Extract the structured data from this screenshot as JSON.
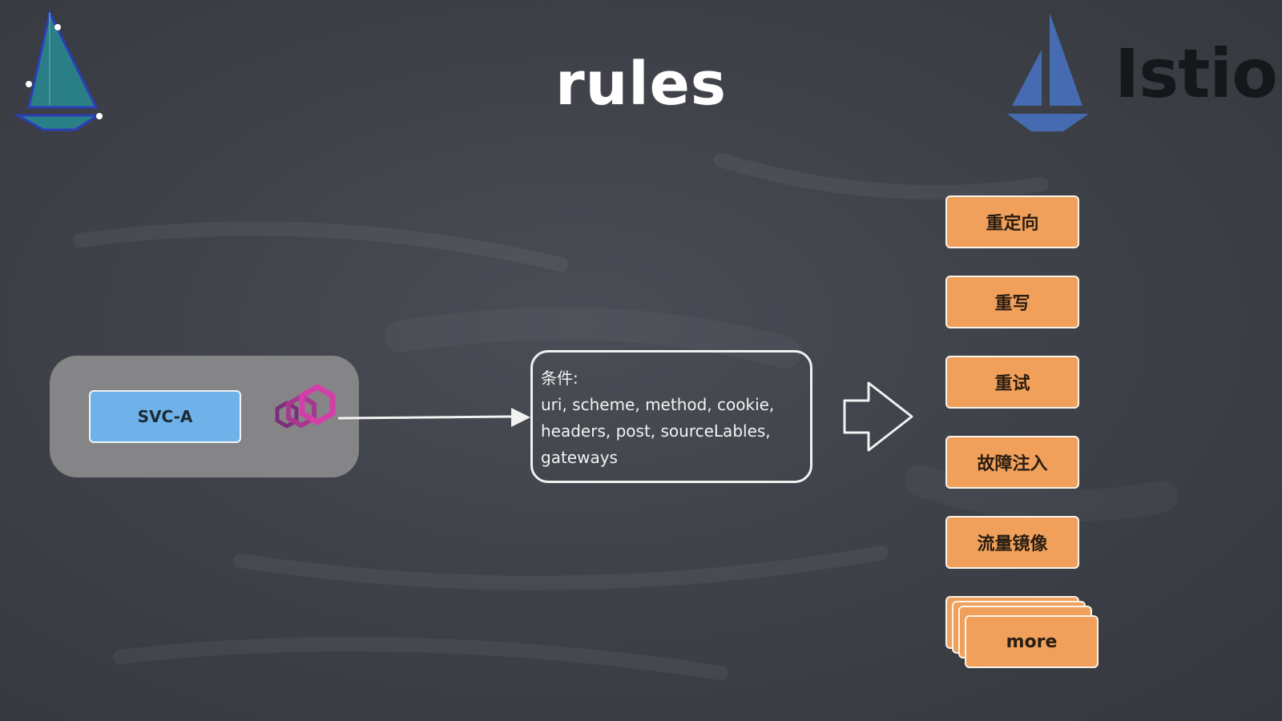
{
  "title": "rules",
  "brand": {
    "name": "Istio",
    "logo_icon": "istio-sail-icon",
    "logo_color": "#466bb0"
  },
  "corner_logo_icon": "istio-sail-outline-icon",
  "source": {
    "service_label": "SVC-A",
    "sidecar_icon": "envoy-proxy-icon",
    "service_color": "#6fb2ea",
    "pod_color": "#858587",
    "sidecar_color": "#c23fae"
  },
  "conditions": {
    "label": "条件:",
    "lines": [
      "uri, scheme, method, cookie,",
      "headers, post, sourceLables,",
      "gateways"
    ]
  },
  "flow_arrow_icon": "right-arrow-icon",
  "rules": {
    "color": "#f0a05a",
    "items": [
      {
        "label": "重定向"
      },
      {
        "label": "重写"
      },
      {
        "label": "重试"
      },
      {
        "label": "故障注入"
      },
      {
        "label": "流量镜像"
      }
    ],
    "more_label": "more"
  }
}
